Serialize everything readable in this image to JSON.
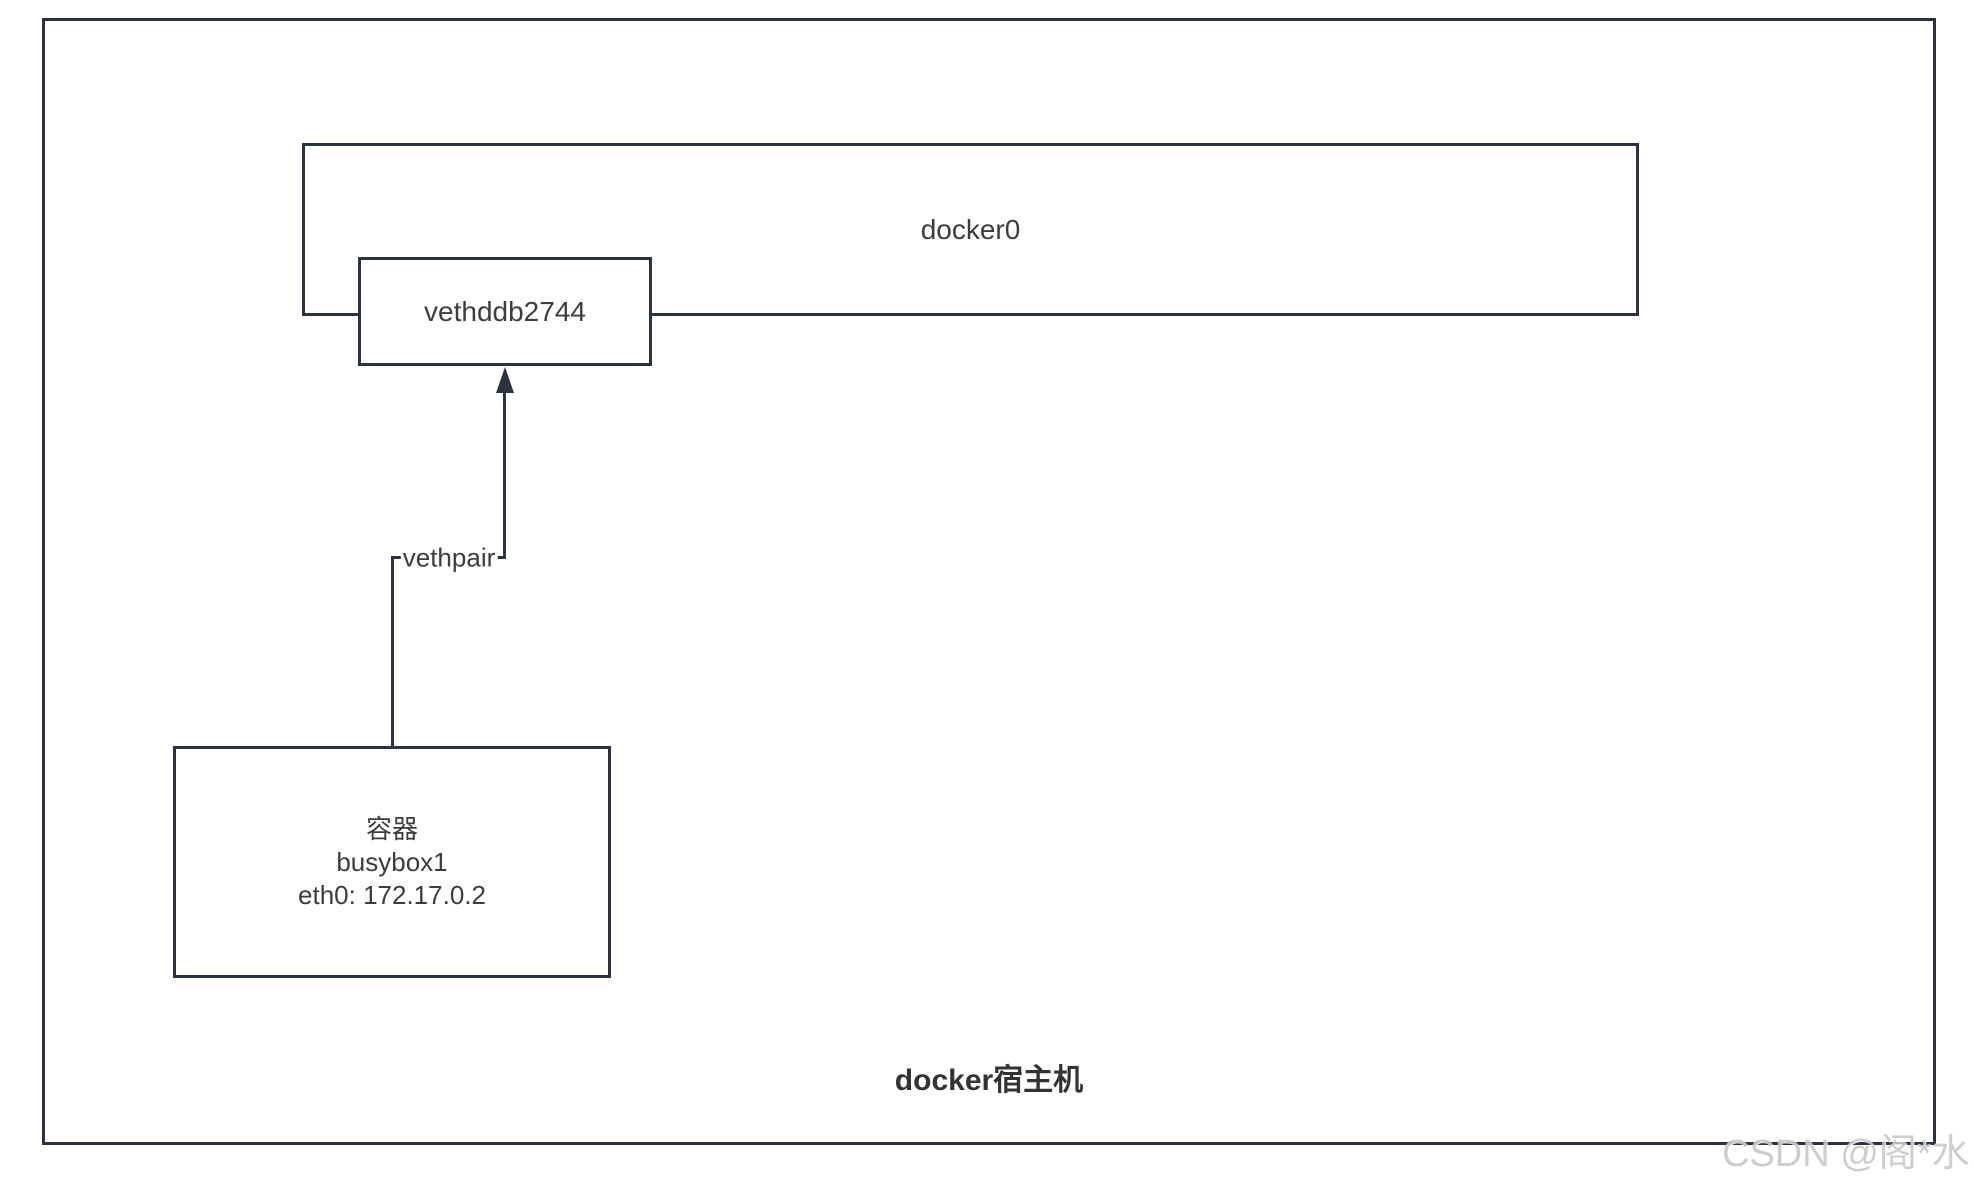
{
  "colors": {
    "line": "#2b3340",
    "text": "#3d3d3d",
    "host_label_text": "#333333",
    "watermark_text": "#c9c9c9",
    "background": "#ffffff"
  },
  "diagram": {
    "host": {
      "label": "docker宿主机"
    },
    "bridge": {
      "label": "docker0"
    },
    "veth": {
      "label": "vethddb2744"
    },
    "edge": {
      "label": "vethpair"
    },
    "container": {
      "line1": "容器",
      "line2": "busybox1",
      "line3": "eth0: 172.17.0.2"
    },
    "watermark": "CSDN @阁*水"
  }
}
